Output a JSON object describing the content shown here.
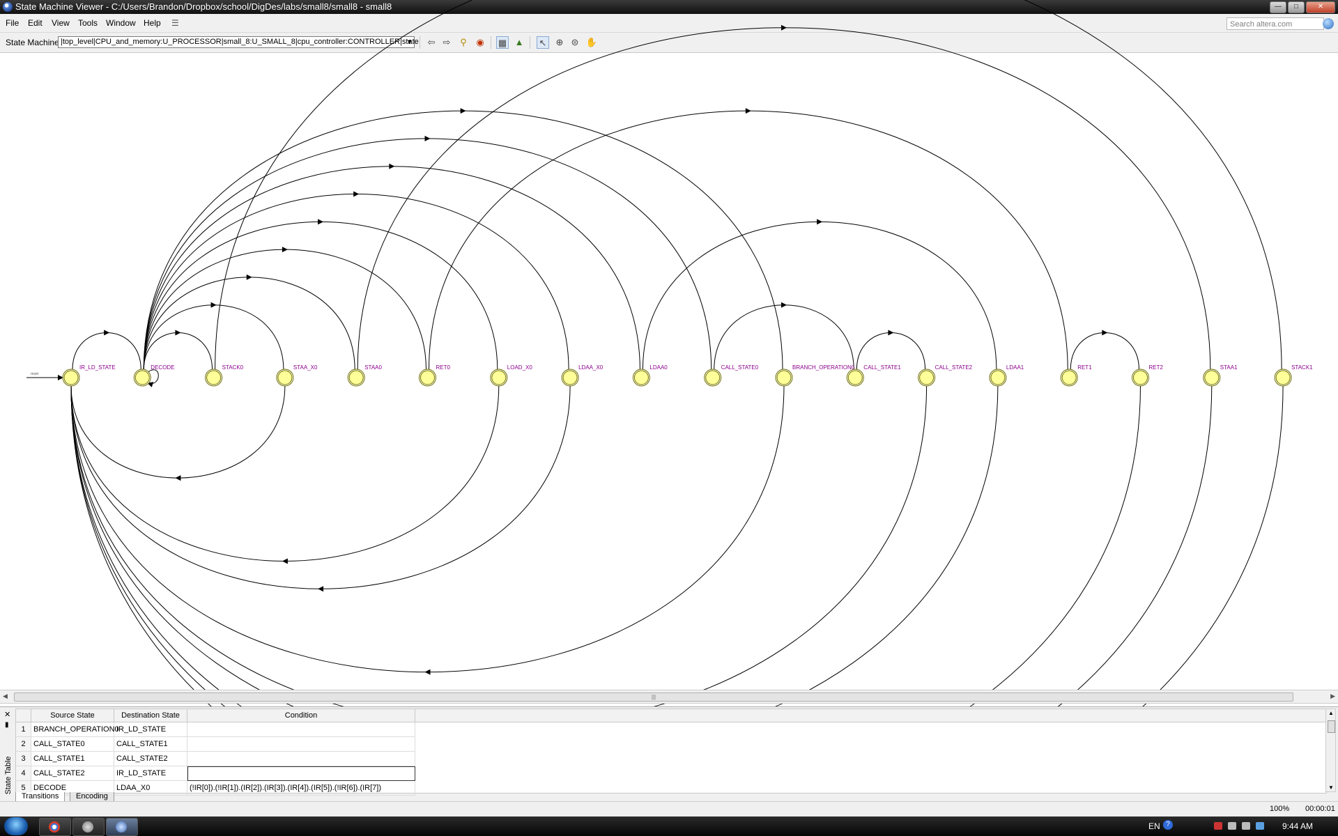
{
  "window": {
    "title": "State Machine Viewer - C:/Users/Brandon/Dropbox/school/DigDes/labs/small8/small8 - small8"
  },
  "menu": [
    "File",
    "Edit",
    "View",
    "Tools",
    "Window",
    "Help"
  ],
  "search": {
    "placeholder": "Search altera.com"
  },
  "toolbar": {
    "state_machine_label": "State Machine:",
    "state_machine_value": "|top_level|CPU_and_memory:U_PROCESSOR|small_8:U_SMALL_8|cpu_controller:CONTROLLER|state"
  },
  "diagram": {
    "reset_label": "reset",
    "states": [
      "IR_LD_STATE",
      "DECODE",
      "STACK0",
      "STAA_X0",
      "STAA0",
      "RET0",
      "LOAD_X0",
      "LDAA_X0",
      "LDAA0",
      "CALL_STATE0",
      "BRANCH_OPERATION0",
      "CALL_STATE1",
      "CALL_STATE2",
      "LDAA1",
      "RET1",
      "RET2",
      "STAA1",
      "STACK1"
    ],
    "transitions": [
      [
        "IR_LD_STATE",
        "DECODE"
      ],
      [
        "DECODE",
        "STACK0"
      ],
      [
        "DECODE",
        "STAA_X0"
      ],
      [
        "DECODE",
        "STAA0"
      ],
      [
        "DECODE",
        "RET0"
      ],
      [
        "DECODE",
        "LOAD_X0"
      ],
      [
        "DECODE",
        "LDAA_X0"
      ],
      [
        "DECODE",
        "LDAA0"
      ],
      [
        "DECODE",
        "CALL_STATE0"
      ],
      [
        "DECODE",
        "BRANCH_OPERATION0"
      ],
      [
        "STACK0",
        "STACK1"
      ],
      [
        "STAA0",
        "STAA1"
      ],
      [
        "RET0",
        "RET1"
      ],
      [
        "LDAA0",
        "LDAA1"
      ],
      [
        "CALL_STATE0",
        "CALL_STATE1"
      ],
      [
        "CALL_STATE1",
        "CALL_STATE2"
      ],
      [
        "RET1",
        "RET2"
      ],
      [
        "STAA_X0",
        "IR_LD_STATE"
      ],
      [
        "LOAD_X0",
        "IR_LD_STATE"
      ],
      [
        "LDAA_X0",
        "IR_LD_STATE"
      ],
      [
        "BRANCH_OPERATION0",
        "IR_LD_STATE"
      ],
      [
        "CALL_STATE2",
        "IR_LD_STATE"
      ],
      [
        "LDAA1",
        "IR_LD_STATE"
      ],
      [
        "RET2",
        "IR_LD_STATE"
      ],
      [
        "STAA1",
        "IR_LD_STATE"
      ],
      [
        "STACK1",
        "IR_LD_STATE"
      ],
      [
        "DECODE",
        "DECODE"
      ]
    ]
  },
  "state_table": {
    "side_label": "State Table",
    "columns": [
      "Source State",
      "Destination State",
      "Condition"
    ],
    "rows": [
      {
        "num": "1",
        "source": "BRANCH_OPERATION0",
        "dest": "IR_LD_STATE",
        "cond": ""
      },
      {
        "num": "2",
        "source": "CALL_STATE0",
        "dest": "CALL_STATE1",
        "cond": ""
      },
      {
        "num": "3",
        "source": "CALL_STATE1",
        "dest": "CALL_STATE2",
        "cond": ""
      },
      {
        "num": "4",
        "source": "CALL_STATE2",
        "dest": "IR_LD_STATE",
        "cond": ""
      },
      {
        "num": "5",
        "source": "DECODE",
        "dest": "LDAA_X0",
        "cond": "(!IR[0]).(!IR[1]).(IR[2]).(IR[3]).(IR[4]).(IR[5]).(!IR[6]).(IR[7])"
      }
    ],
    "tabs": [
      "Transitions",
      "Encoding"
    ]
  },
  "status": {
    "zoom": "100%",
    "time": "00:00:01"
  },
  "taskbar": {
    "lang": "EN",
    "clock": "9:44 AM"
  },
  "colors": {
    "state_fill": "#ffff99",
    "state_stroke": "#707000",
    "label": "#8b008b"
  }
}
